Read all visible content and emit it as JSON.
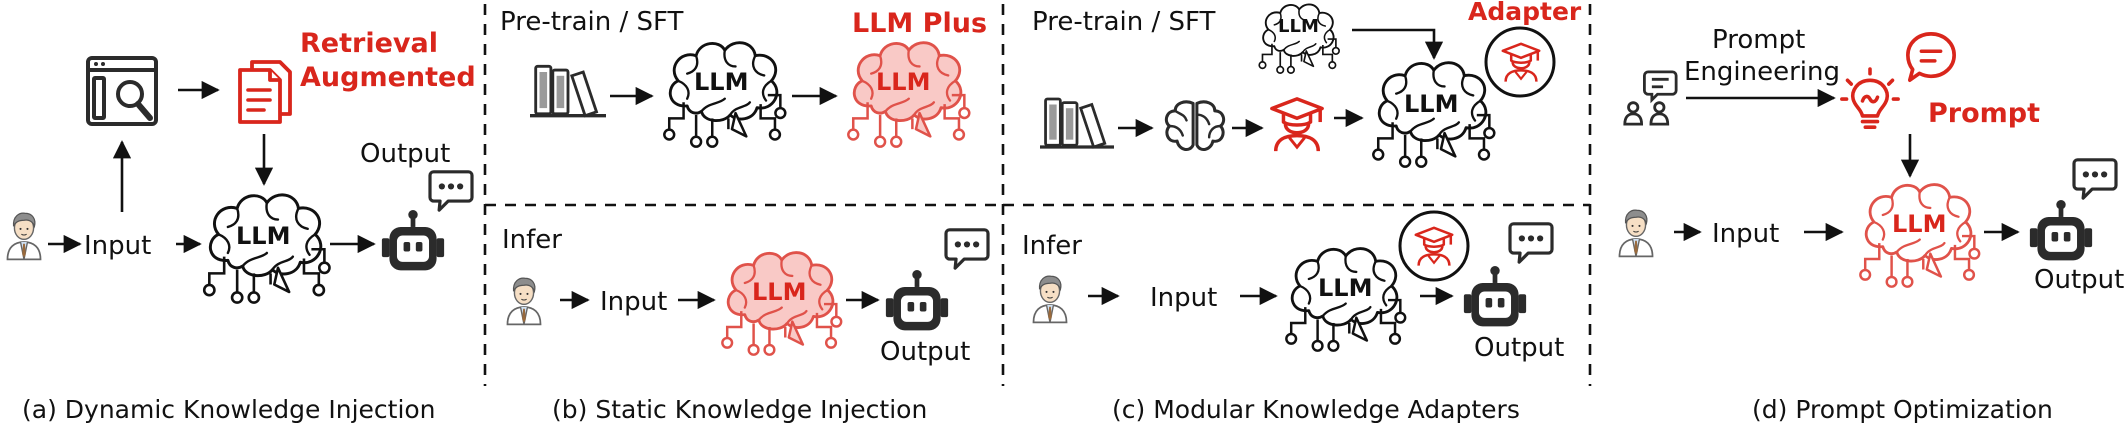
{
  "colors": {
    "accent": "#d9261c",
    "ink": "#111111",
    "light_red": "#f9c9c6"
  },
  "panel_a": {
    "caption": "(a) Dynamic Knowledge Injection",
    "red_label_line1": "Retrieval",
    "red_label_line2": "Augmented",
    "input": "Input",
    "output": "Output",
    "llm": "LLM",
    "icons": [
      "user-avatar-icon",
      "search-window-icon",
      "document-icon",
      "brain-icon",
      "robot-icon",
      "chat-bubble-icon"
    ]
  },
  "panel_b": {
    "caption": "(b) Static Knowledge Injection",
    "top_label": "Pre-train / SFT",
    "red_label": "LLM Plus",
    "bottom_label": "Infer",
    "input": "Input",
    "output": "Output",
    "llm": "LLM",
    "icons": [
      "books-icon",
      "brain-icon",
      "user-avatar-icon",
      "robot-icon",
      "chat-bubble-icon"
    ]
  },
  "panel_c": {
    "caption": "(c) Modular Knowledge Adapters",
    "top_label": "Pre-train / SFT",
    "top_llm": "LLM",
    "red_label": "Adapter",
    "bottom_label": "Infer",
    "input": "Input",
    "output": "Output",
    "llm": "LLM",
    "icons": [
      "books-icon",
      "brain-organ-icon",
      "graduate-cap-icon",
      "brain-icon",
      "user-avatar-icon",
      "robot-icon",
      "chat-bubble-icon"
    ]
  },
  "panel_d": {
    "caption": "(d) Prompt Optimization",
    "top_label_line1": "Prompt",
    "top_label_line2": "Engineering",
    "red_label": "Prompt",
    "input": "Input",
    "output": "Output",
    "llm": "LLM",
    "icons": [
      "users-chat-icon",
      "lightbulb-icon",
      "chat-bubble-icon",
      "user-avatar-icon",
      "brain-icon",
      "robot-icon"
    ]
  }
}
